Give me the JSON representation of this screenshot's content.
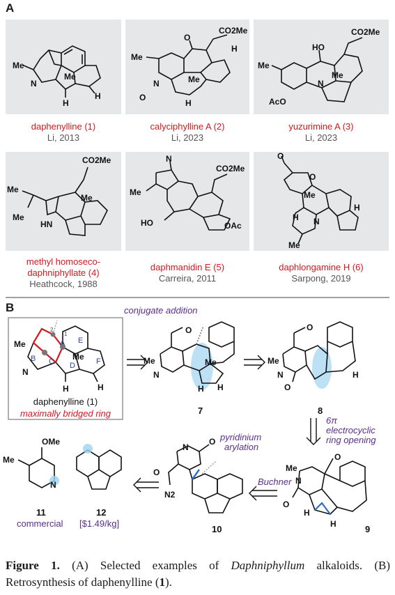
{
  "panel_a_label": "A",
  "panel_b_label": "B",
  "compounds": [
    {
      "name": "daphenylline (1)",
      "ref": "Li, 2013"
    },
    {
      "name": "calyciphylline A (2)",
      "ref": "Li, 2023"
    },
    {
      "name": "yuzurimine A (3)",
      "ref": "Li, 2023"
    },
    {
      "name": "methyl homoseco-daphniphyllate (4)",
      "name_line1": "methyl homoseco-",
      "name_line2": "daphniphyllate (4)",
      "ref": "Heathcock, 1988"
    },
    {
      "name": "daphmanidin E (5)",
      "ref": "Carreira, 2011"
    },
    {
      "name": "daphlongamine H (6)",
      "ref": "Sarpong, 2019"
    }
  ],
  "atom_labels": {
    "co2me": "CO2Me",
    "me": "Me",
    "h": "H",
    "n": "N",
    "ho": "HO",
    "aco": "AcO",
    "oac": "OAc",
    "o": "O",
    "hn": "HN"
  },
  "panel_b": {
    "target_name": "daphenylline (1)",
    "target_note": "maximally bridged ring",
    "ring_labels": [
      "A",
      "B",
      "C",
      "D",
      "E",
      "F"
    ],
    "atom_numbers": [
      "1",
      "2"
    ],
    "conjugate_addition": "conjugate addition",
    "electrocyclic": [
      "6π",
      "electrocyclic",
      "ring opening"
    ],
    "pyridinium": [
      "pyridinium",
      "arylation"
    ],
    "buchner": "Buchner",
    "compound_numbers": [
      "7",
      "8",
      "9",
      "10",
      "11",
      "12"
    ],
    "sm11_label": "commercial",
    "sm12_label": "[$1.49/kg]",
    "ome": "OMe",
    "n2": "N2"
  },
  "caption": {
    "figure_label": "Figure 1.",
    "text_a": "(A) Selected examples of",
    "genus": "Daphniphyllum",
    "text_b": "alkaloids. (B) Retrosynthesis of daphenylline (",
    "num": "1",
    "end": ")."
  },
  "colors": {
    "card_bg": "#e6e7e8",
    "red": "#d7181f",
    "purple": "#5b2d8e",
    "highlight": "#9fd3ef",
    "blue": "#2b6cc4"
  }
}
